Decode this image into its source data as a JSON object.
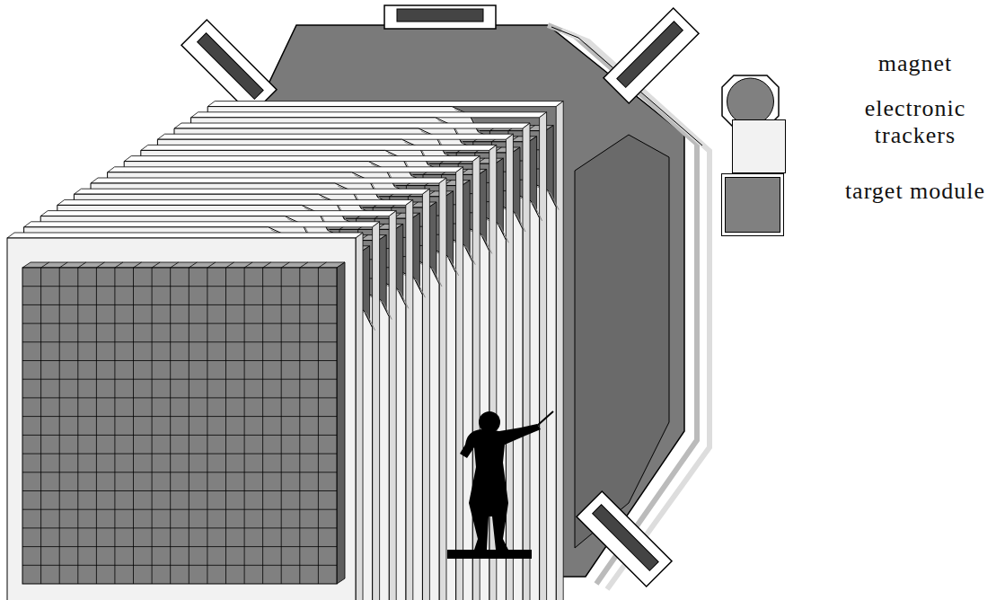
{
  "diagram": {
    "legend": [
      {
        "text": "magnet"
      },
      {
        "text": "electronic trackers",
        "color": "#f2f2f2"
      },
      {
        "text": "target module",
        "color": "#808080"
      }
    ]
  }
}
